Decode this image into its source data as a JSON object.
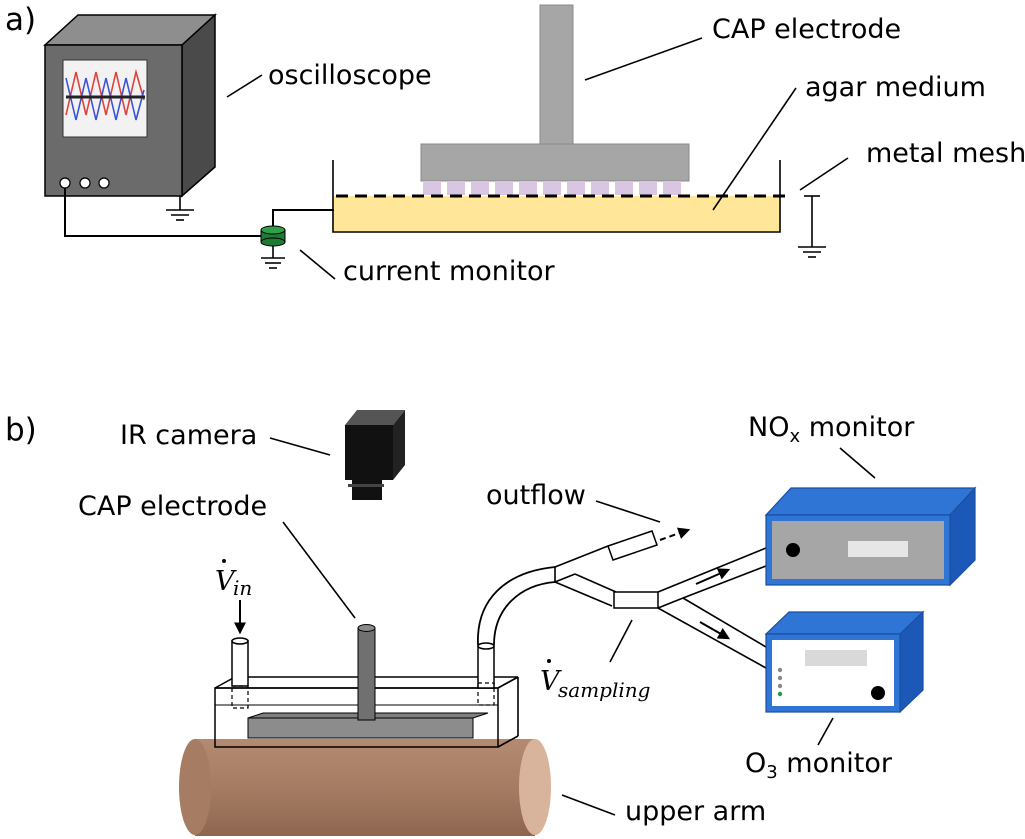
{
  "panel_a": {
    "tag": "a)",
    "labels": {
      "oscilloscope": "oscilloscope",
      "cap_electrode": "CAP electrode",
      "agar_medium": "agar medium",
      "metal_mesh": "metal mesh",
      "current_monitor": "current monitor"
    }
  },
  "panel_b": {
    "tag": "b)",
    "labels": {
      "ir_camera": "IR camera",
      "cap_electrode": "CAP electrode",
      "outflow": "outflow",
      "nox_monitor_main": "NO",
      "nox_monitor_sub": "x",
      "nox_monitor_rest": " monitor",
      "o3_monitor_main": "O",
      "o3_monitor_sub": "3",
      "o3_monitor_rest": " monitor",
      "upper_arm": "upper arm",
      "v_in_symbol": "V",
      "v_in_sub": "in",
      "v_sampling_symbol": "V",
      "v_sampling_sub": "sampling"
    }
  },
  "colors": {
    "agar": "#ffe699",
    "mesh_pads": "#d9c6e3",
    "electrode": "#a6a6a6",
    "oscilloscope": "#6b6b6b",
    "current_monitor": "#1e7b34",
    "monitor_blue": "#2e75d6",
    "arm": "#a67c63"
  }
}
